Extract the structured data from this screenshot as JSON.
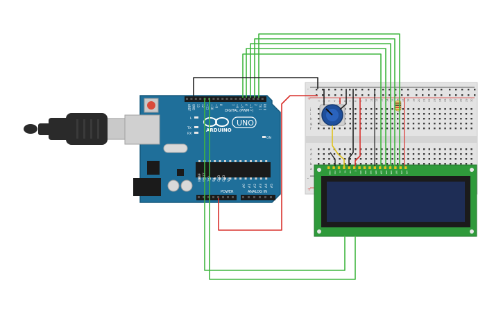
{
  "board": {
    "brand": "ARDUINO",
    "model": "UNO",
    "digital_label": "DIGITAL (PWM~)",
    "power_label": "POWER",
    "analog_label": "ANALOG IN",
    "on_label": "ON",
    "led_l": "L",
    "led_tx": "TX",
    "led_rx": "RX",
    "power_pins": [
      "IOREF",
      "RESET",
      "3V3",
      "5V",
      "GND",
      "GND",
      "Vin"
    ],
    "analog_pins": [
      "A0",
      "A1",
      "A2",
      "A3",
      "A4",
      "A5"
    ],
    "digital_pins_left": [
      "AREF",
      "GND",
      "13",
      "12",
      "~11",
      "~10",
      "~9",
      "8"
    ],
    "digital_pins_right": [
      "7",
      "~6",
      "~5",
      "4",
      "~3",
      "2",
      "TX 1",
      "RX 0"
    ]
  },
  "breadboard": {
    "row_letters_top": [
      "j",
      "i",
      "h",
      "g",
      "f"
    ],
    "row_letters_bottom": [
      "e",
      "d",
      "c",
      "b",
      "a"
    ],
    "rail_plus": "+",
    "rail_minus": "-",
    "column_numbers": [
      "1",
      "2",
      "3",
      "4",
      "5",
      "6",
      "7",
      "8",
      "9",
      "10",
      "11",
      "12",
      "13",
      "14",
      "15",
      "16",
      "17",
      "18",
      "19",
      "20",
      "21",
      "22",
      "23",
      "24",
      "25",
      "26",
      "27",
      "28",
      "29",
      "30"
    ]
  },
  "lcd": {
    "pin_labels": [
      "GND",
      "VCC",
      "V0",
      "RS",
      "RW",
      "E",
      "DB0",
      "DB1",
      "DB2",
      "DB3",
      "DB4",
      "DB5",
      "DB6",
      "DB7",
      "LED",
      "LED"
    ]
  },
  "colors": {
    "board": "#1f6f9a",
    "board_edge": "#17587c",
    "breadboard": "#e3e3e3",
    "lcd_pcb": "#2f9a3b",
    "lcd_screen": "#1e2d55",
    "wire_green": "#3fb53f",
    "wire_red": "#d9302b",
    "wire_black": "#222222",
    "wire_yellow": "#e0c21c"
  },
  "icons": {
    "usb": "usb-cable-icon",
    "potentiometer": "potentiometer-icon",
    "resistor": "resistor-icon"
  }
}
